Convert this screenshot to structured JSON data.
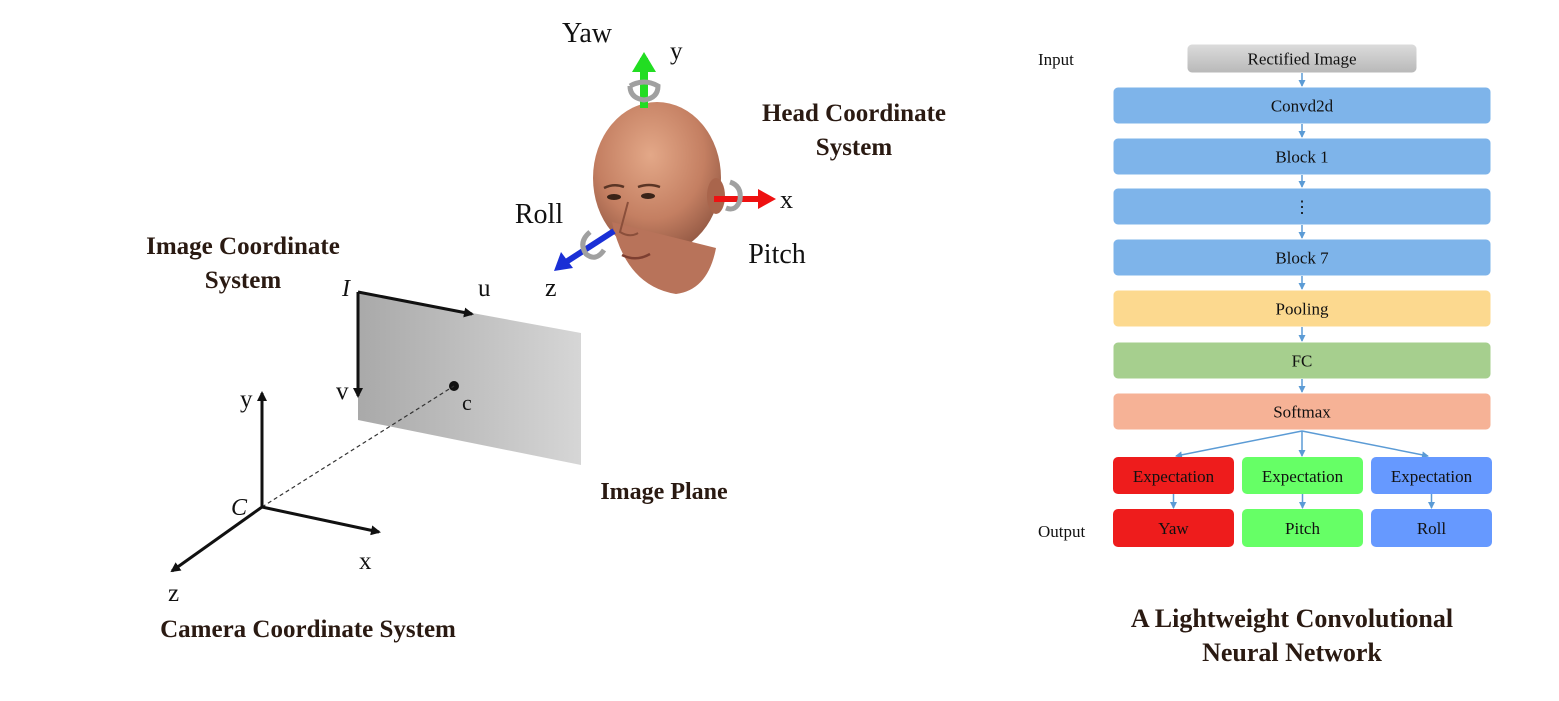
{
  "left_diagram": {
    "image_coordinate_system": [
      "Image Coordinate",
      "System"
    ],
    "head_coordinate_system": [
      "Head Coordinate",
      "System"
    ],
    "camera_coordinate_system": "Camera Coordinate System",
    "image_plane": "Image Plane",
    "image_axes": {
      "origin": "I",
      "u": "u",
      "v": "v",
      "center": "c"
    },
    "camera_axes": {
      "origin": "C",
      "x": "x",
      "y": "y",
      "z": "z"
    },
    "head_axes": {
      "x": "x",
      "y": "y",
      "z": "z"
    },
    "rotations": {
      "yaw": "Yaw",
      "pitch": "Pitch",
      "roll": "Roll"
    }
  },
  "network": {
    "input_label": "Input",
    "output_label": "Output",
    "blocks": [
      {
        "label": "Rectified Image",
        "color": "#c9c9c9"
      },
      {
        "label": "Convd2d",
        "color": "#7eb4ea"
      },
      {
        "label": "Block 1",
        "color": "#7eb4ea"
      },
      {
        "label": "⋮",
        "color": "#7eb4ea"
      },
      {
        "label": "Block 7",
        "color": "#7eb4ea"
      },
      {
        "label": "Pooling",
        "color": "#fcd98f"
      },
      {
        "label": "FC",
        "color": "#a6cf8e"
      },
      {
        "label": "Softmax",
        "color": "#f6b296"
      }
    ],
    "expectations": [
      {
        "label": "Expectation",
        "color": "#ee1c1c"
      },
      {
        "label": "Expectation",
        "color": "#66ff66"
      },
      {
        "label": "Expectation",
        "color": "#6699ff"
      }
    ],
    "outputs": [
      {
        "label": "Yaw",
        "color": "#ee1c1c"
      },
      {
        "label": "Pitch",
        "color": "#66ff66"
      },
      {
        "label": "Roll",
        "color": "#6699ff"
      }
    ],
    "title": [
      "A Lightweight Convolutional",
      "Neural Network"
    ]
  }
}
